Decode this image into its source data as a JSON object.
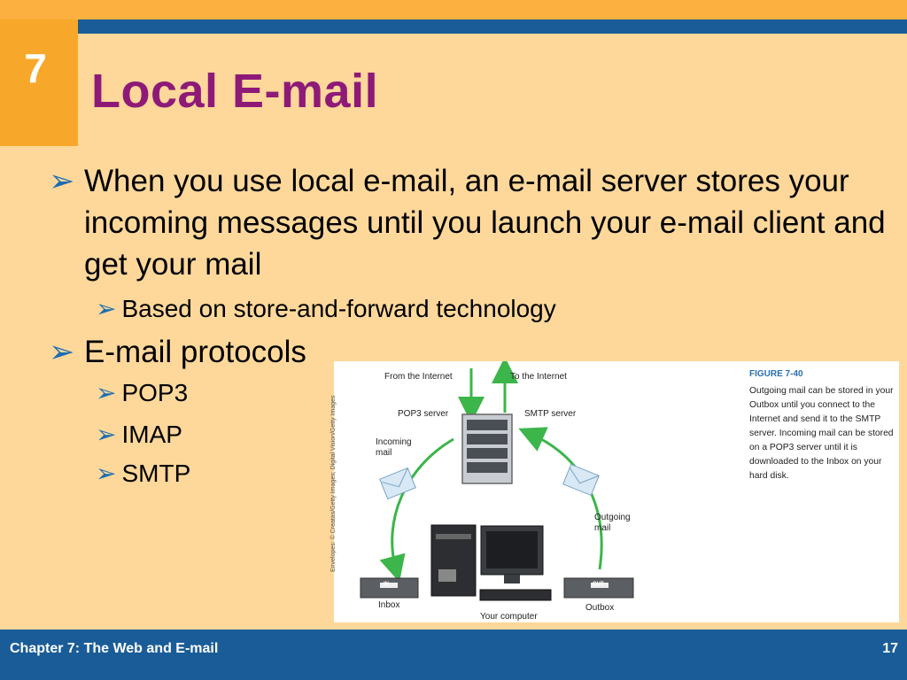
{
  "slide": {
    "chapter_number": "7",
    "title": "Local E-mail"
  },
  "bullets": {
    "b1": "When you use local e-mail, an e-mail server stores your incoming messages until you launch your e-mail client and get your mail",
    "s1": "Based on store-and-forward technology",
    "b2": "E-mail protocols",
    "s2": "POP3",
    "s3": "IMAP",
    "s4": "SMTP",
    "arrow": "➢"
  },
  "figure": {
    "from_internet": "From the Internet",
    "to_internet": "To the Internet",
    "pop3_server": "POP3 server",
    "smtp_server": "SMTP server",
    "incoming_mail": "Incoming mail",
    "outgoing_mail": "Outgoing mail",
    "inbox": "Inbox",
    "outbox": "Outbox",
    "your_computer": "Your computer",
    "in_label": "IN",
    "out_label": "OUT",
    "caption_title": "FIGURE 7-40",
    "caption": "Outgoing mail can be stored in your Outbox until you connect to the Internet and send it to the SMTP server. Incoming mail can be stored on a POP3 server until it is downloaded to the Inbox on your hard disk.",
    "credit": "Envelopes: © Creatas/Getty Images; Digital Vision/Getty Images"
  },
  "footer": {
    "chapter_text": "Chapter 7: The Web and E-mail",
    "page": "17"
  },
  "colors": {
    "background": "#fdd89a",
    "title": "#8e1a78",
    "bar": "#1a5c97",
    "accent": "#f7a82a",
    "arrow": "#1b6cb2",
    "flow": "#3cb54a"
  }
}
